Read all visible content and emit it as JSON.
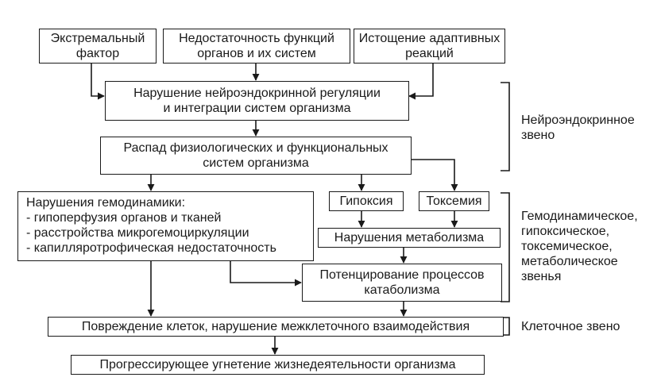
{
  "boxes": {
    "extreme_factor": [
      "Экстремальный",
      "фактор"
    ],
    "organ_insufficiency": [
      "Недостаточность функций",
      "органов и их систем"
    ],
    "adaptive_exhaustion": [
      "Истощение адаптивных",
      "реакций"
    ],
    "neuroendocrine_disruption": [
      "Нарушение нейроэндокринной регуляции",
      "и интеграции систем организма"
    ],
    "systems_breakdown": [
      "Распад физиологических и функциональных",
      "систем организма"
    ],
    "hemodynamics": {
      "title": "Нарушения гемодинамики:",
      "items": [
        "- гипоперфузия органов и тканей",
        "- расстройства микрогемоциркуляции",
        "- капилляротрофическая недостаточность"
      ]
    },
    "hypoxia": "Гипоксия",
    "toxemia": "Токсемия",
    "metabolism": "Нарушения метаболизма",
    "catabolism": [
      "Потенцирование процессов",
      "катаболизма"
    ],
    "cell_damage": "Повреждение клеток, нарушение межклеточного взаимодействия",
    "progressive": "Прогрессирующее угнетение жизнедеятельности организма"
  },
  "labels": {
    "neuroendocrine": [
      "Нейроэндокринное",
      "звено"
    ],
    "hemodynamic": [
      "Гемодинамическое,",
      "гипоксическое,",
      "токсемическое,",
      "метаболическое",
      "звенья"
    ],
    "cellular": "Клеточное звено"
  }
}
